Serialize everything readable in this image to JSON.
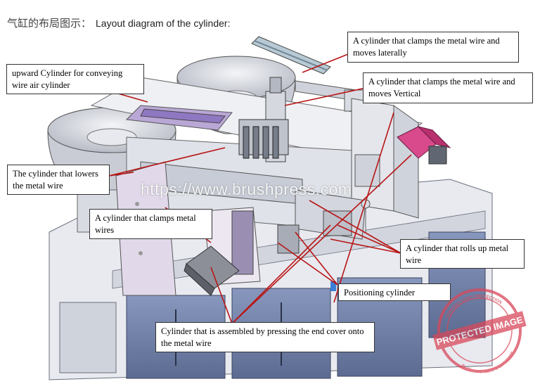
{
  "title": {
    "chinese": "气缸的布局图示：",
    "english": "Layout diagram of the cylinder:"
  },
  "callouts": {
    "clamp_lateral": "A cylinder that clamps the metal wire and moves laterally",
    "upward_conveying": "upward Cylinder for conveying wire air cylinder",
    "clamp_vertical": "A cylinder that clamps the metal wire and moves Vertical",
    "lowers_wire": "The cylinder that lowers the metal wire",
    "clamps_wires": "A cylinder that clamps metal wires",
    "rolls_up": "A cylinder that rolls up metal wire",
    "positioning": "Positioning cylinder",
    "end_cover": "Cylinder that is assembled by pressing the end cover onto the metal wire"
  },
  "watermark": "https://www.brushpress.com",
  "stamp": {
    "center": "PROTECTED IMAGE",
    "ring_top": "CONTENT COPY PROTECTION",
    "ring_bottom": "By Website Name & SEO Name"
  },
  "colors": {
    "leader_line": "#b81515",
    "stamp": "#d9485a",
    "machine_frame": "#e4e6ec",
    "cabinet": "#7c8cb2"
  }
}
